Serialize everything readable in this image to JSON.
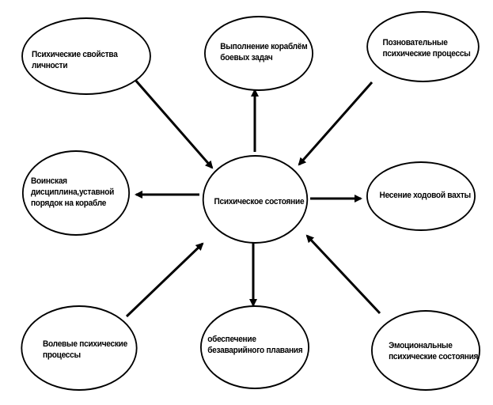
{
  "diagram": {
    "nodes": {
      "center": "Психическое состояние",
      "top_left": "Психические свойства личности",
      "top_center": "Выполнение кораблём\nбоевых задач",
      "top_right": "Позновательные\nпсихические процессы",
      "middle_left": "Воинская\nдисциплина,уставной\nпорядок на корабле",
      "middle_right": "Несение ходовой вахты",
      "bottom_left": "Волевые психические\nпроцессы",
      "bottom_center": "обеспечение\nбезаварийного плавания",
      "bottom_right": "Эмоциональные\nпсихические состояния"
    },
    "edges": [
      {
        "from": "top_left",
        "to": "center"
      },
      {
        "from": "center",
        "to": "top_center"
      },
      {
        "from": "top_right",
        "to": "center"
      },
      {
        "from": "center",
        "to": "middle_left"
      },
      {
        "from": "center",
        "to": "middle_right"
      },
      {
        "from": "bottom_left",
        "to": "center"
      },
      {
        "from": "center",
        "to": "bottom_center"
      },
      {
        "from": "bottom_right",
        "to": "center"
      }
    ],
    "colors": {
      "stroke": "#000000",
      "fill": "#ffffff",
      "text": "#000000"
    }
  }
}
